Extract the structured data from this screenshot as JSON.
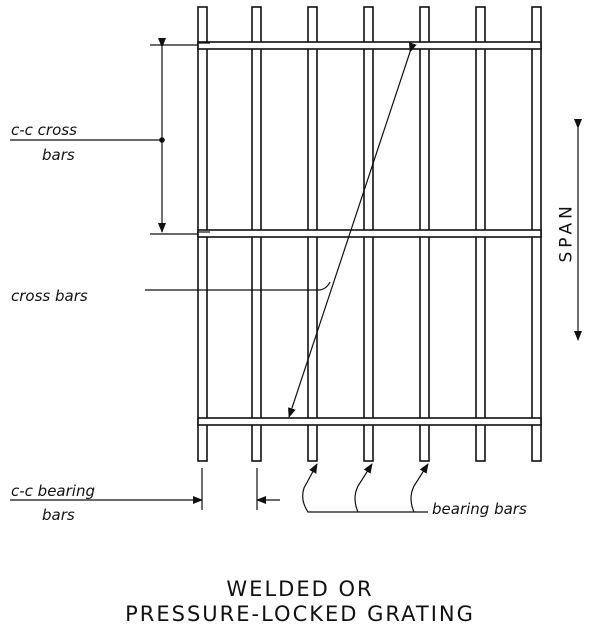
{
  "labels": {
    "cc_cross_line1": "c-c cross",
    "cc_cross_line2": "bars",
    "cross_bars": "cross bars",
    "cc_bearing_line1": "c-c bearing",
    "cc_bearing_line2": "bars",
    "bearing_bars": "bearing bars",
    "span": "SPAN"
  },
  "caption": {
    "line1": "WELDED OR",
    "line2": "PRESSURE-LOCKED GRATING"
  }
}
